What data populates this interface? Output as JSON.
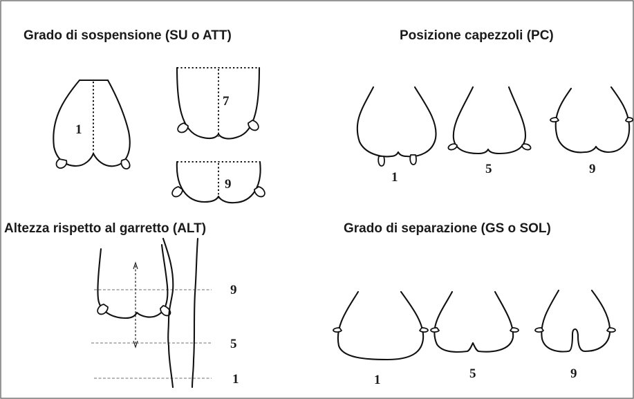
{
  "panels": {
    "suspension": {
      "title": "Grado di sospensione (SU o ATT)",
      "labels": [
        "1",
        "7",
        "9"
      ]
    },
    "teat_position": {
      "title": "Posizione capezzoli (PC)",
      "labels": [
        "1",
        "5",
        "9"
      ]
    },
    "height": {
      "title": "Altezza rispetto al garretto  (ALT)",
      "labels": [
        "9",
        "5",
        "1"
      ]
    },
    "separation": {
      "title": "Grado di separazione  (GS o SOL)",
      "labels": [
        "1",
        "5",
        "9"
      ]
    }
  }
}
